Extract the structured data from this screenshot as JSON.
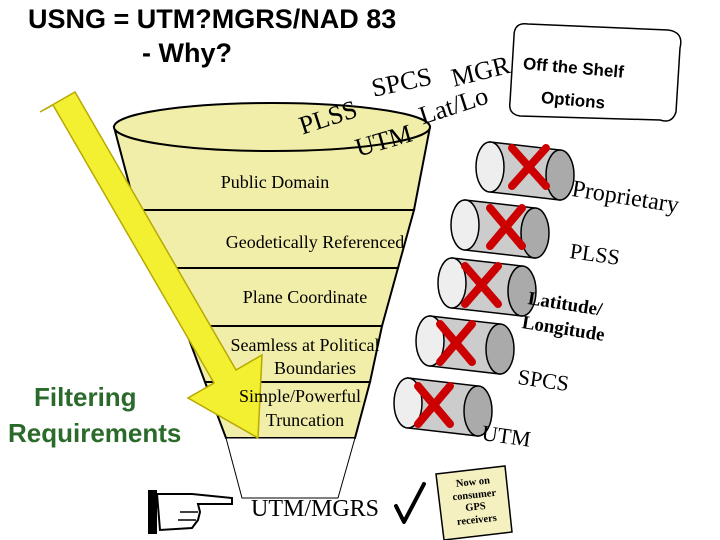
{
  "title": {
    "line1": "USNG = UTM?MGRS/NAD 83",
    "line2": "- Why?"
  },
  "funnel_words": {
    "plss": "PLSS",
    "spcs": "SPCS",
    "mgrs": "MGR",
    "utm": "UTM",
    "latlon": "Lat/Lo"
  },
  "shelf_label": {
    "line1": "Off the Shelf",
    "line2": "Options"
  },
  "layers": [
    "Public Domain",
    "Geodetically Referenced",
    "Plane Coordinate",
    "Seamless at Political",
    "Boundaries",
    "Simple/Powerful",
    "Truncation"
  ],
  "options": [
    "Proprietary",
    "PLSS",
    "Latitude/",
    "Longitude",
    "SPCS",
    "UTM"
  ],
  "filtering": {
    "line1": "Filtering",
    "line2": "Requirements"
  },
  "result": "UTM/MGRS",
  "gps_note": [
    "Now on",
    "consumer",
    "GPS",
    "receivers"
  ],
  "colors": {
    "funnel_fill": "#f1eea9",
    "funnel_stroke": "#000000",
    "arrow": "#f2f030",
    "reject_x": "#cc0000",
    "filtering_text": "#2a6a2a"
  },
  "icons": {
    "pointer": "pointing-hand-icon",
    "check": "checkmark-icon",
    "reject": "x-mark-icon"
  }
}
